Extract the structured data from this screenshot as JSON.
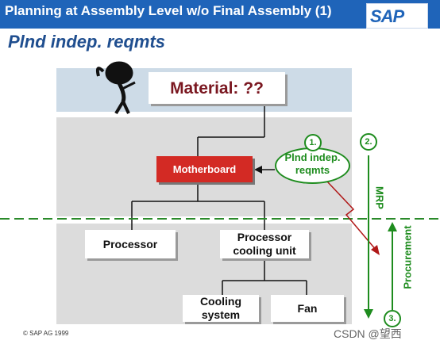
{
  "header": {
    "title": "Planning at Assembly Level w/o Final Assembly (1)",
    "logo": "SAP"
  },
  "subtitle": "Plnd indep. reqmts",
  "diagram": {
    "material": "Material: ??",
    "motherboard": "Motherboard",
    "processor": "Processor",
    "processor_cooling_unit": "Processor cooling unit",
    "cooling_system": "Cooling system",
    "fan": "Fan",
    "pir_label": "Plnd indep. reqmts",
    "steps": [
      "1.",
      "2.",
      "3."
    ],
    "mrp": "MRP",
    "procurement": "Procurement"
  },
  "footer": {
    "copyright": "SAP AG 1999",
    "watermark": "CSDN @望西"
  },
  "colors": {
    "header_blue": "#1f64b9",
    "green": "#1e8c1e",
    "motherboard_red": "#d32a24",
    "material_red": "#7a1720"
  }
}
